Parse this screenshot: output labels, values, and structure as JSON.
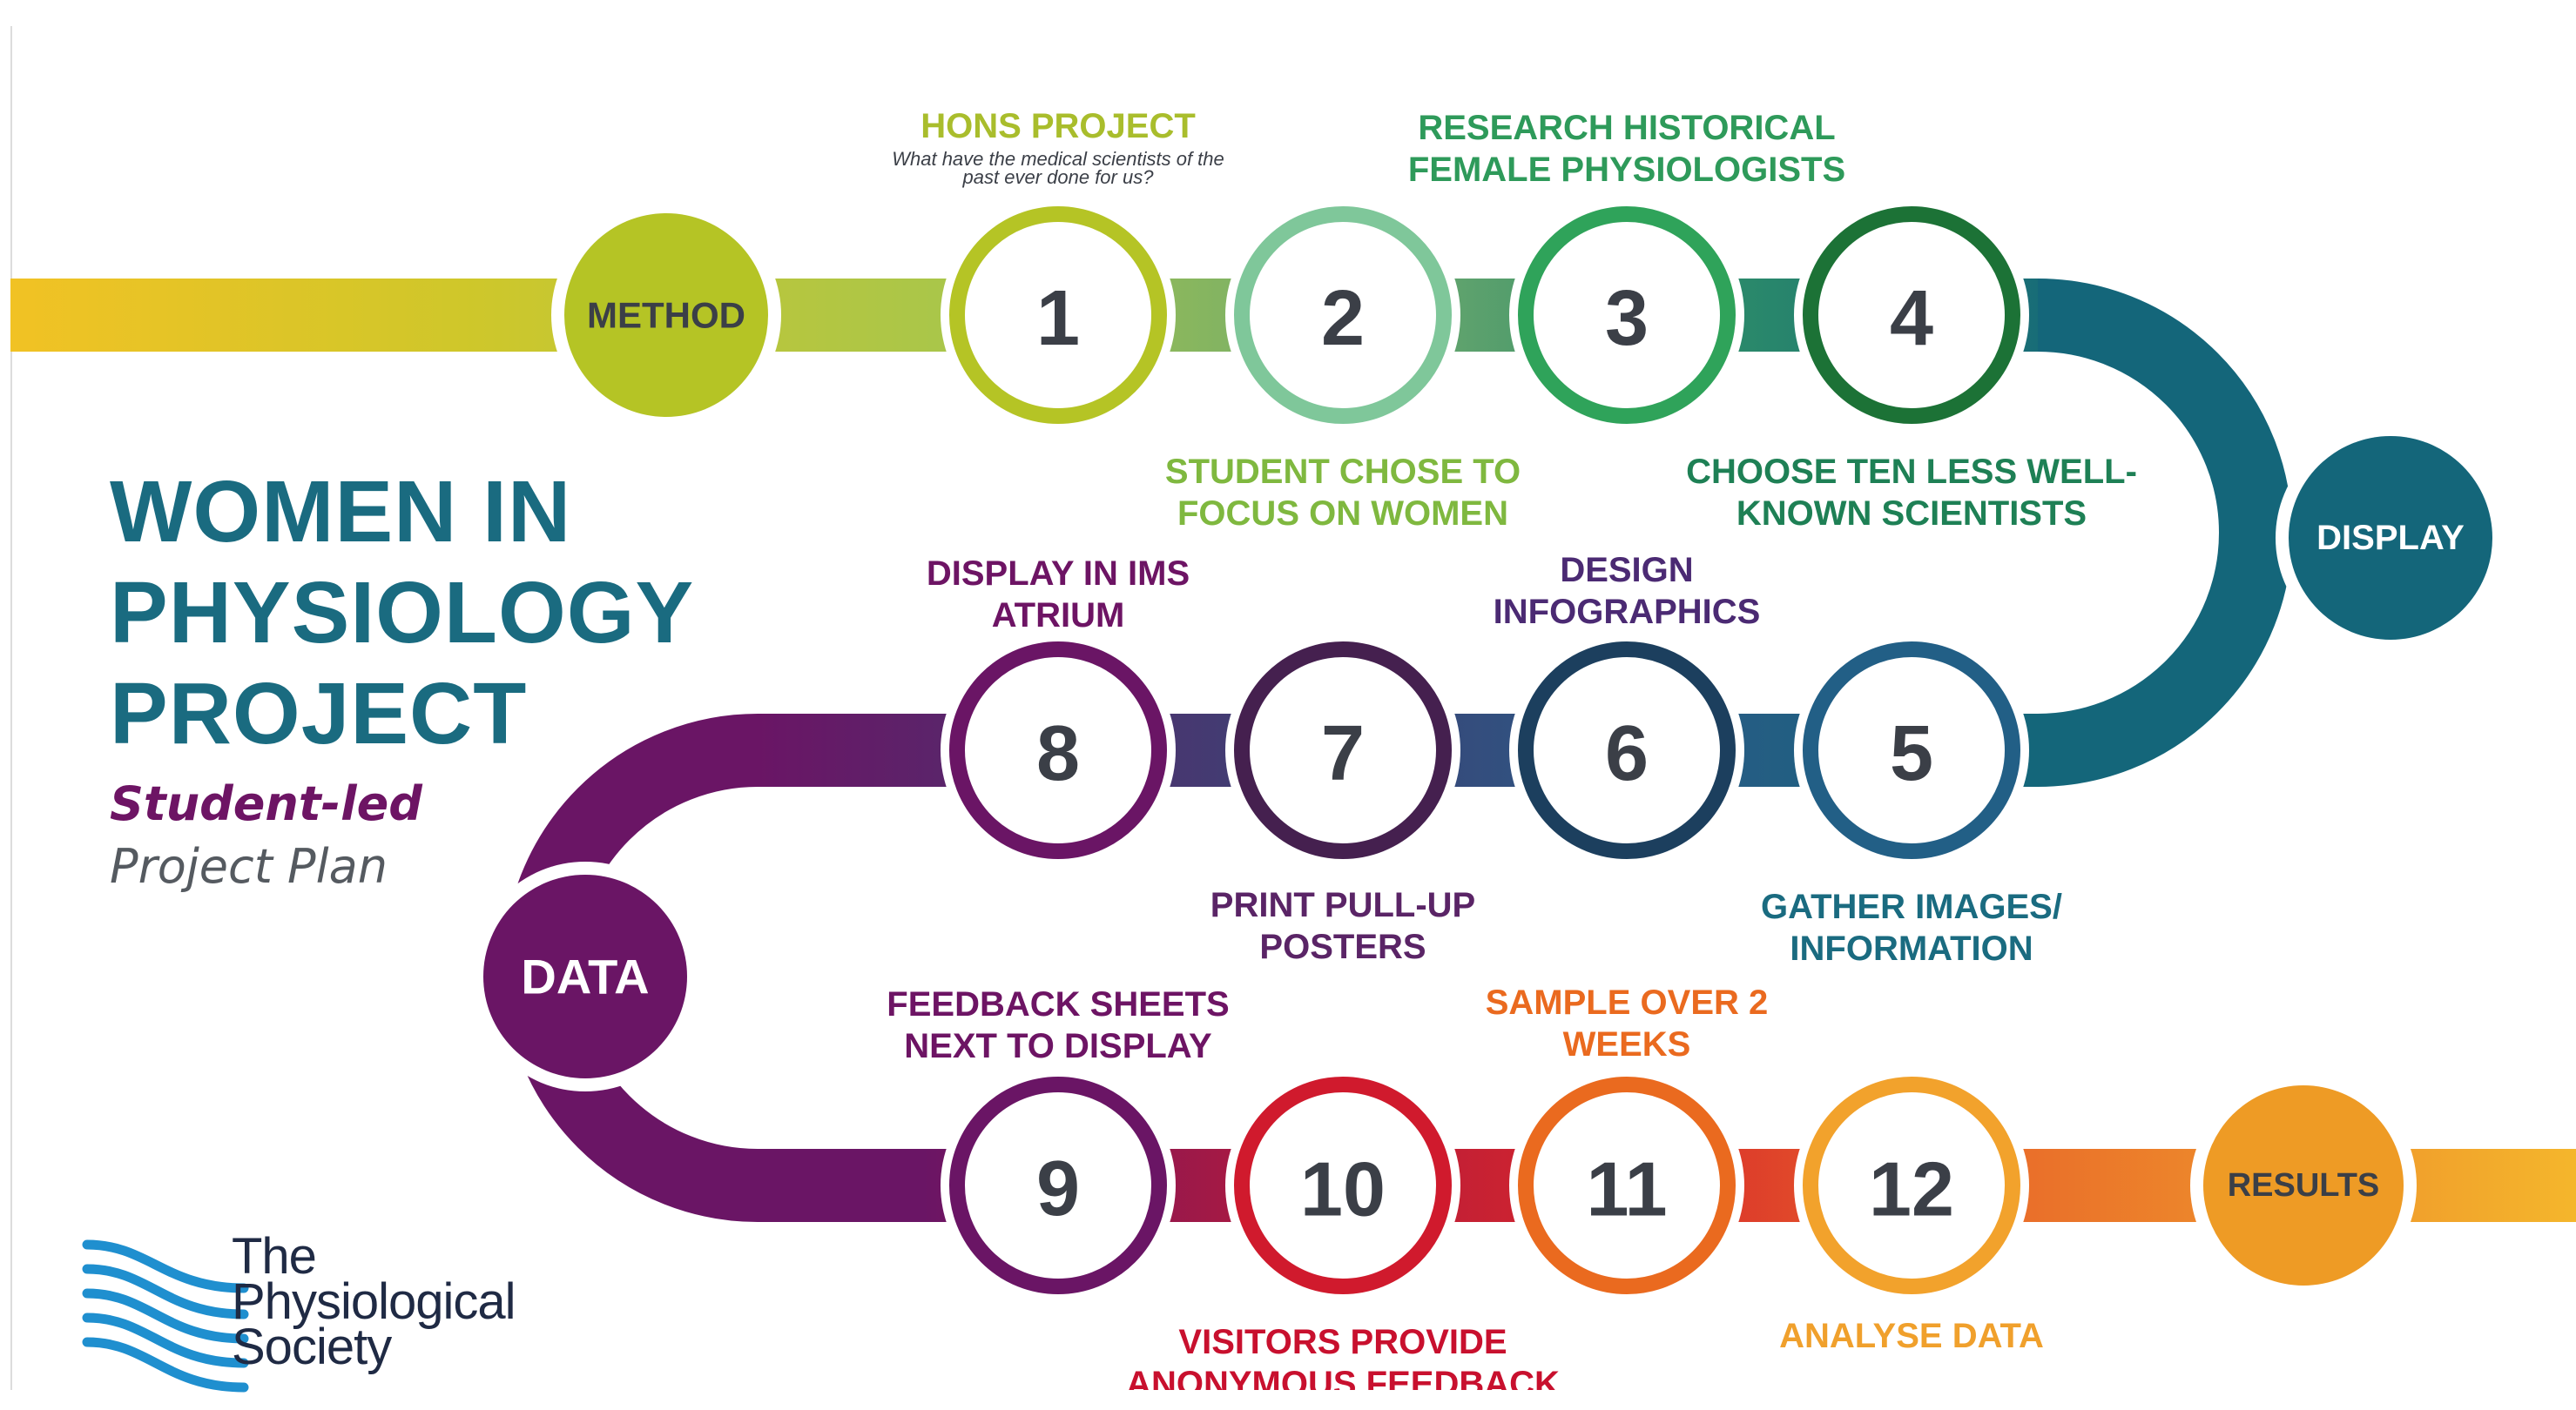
{
  "title": {
    "lines": [
      "WOMEN IN",
      "PHYSIOLOGY",
      "PROJECT"
    ],
    "subtitle_emphasis": "Student-led",
    "subtitle": "Project Plan"
  },
  "hubs": {
    "method": "METHOD",
    "display": "DISPLAY",
    "data": "DATA",
    "results": "RESULTS"
  },
  "steps": [
    {
      "number": "1",
      "color": "#b5c425",
      "label_color": "#a9bd2c",
      "label": [
        "HONS PROJECT"
      ],
      "note": [
        "What have the medical scientists of the",
        "past ever done for us?"
      ]
    },
    {
      "number": "2",
      "color": "#7fc79a",
      "label_color": "#7fb83f",
      "label": [
        "STUDENT CHOSE TO",
        "FOCUS ON WOMEN"
      ]
    },
    {
      "number": "3",
      "color": "#2fa35a",
      "label_color": "#2e9a5a",
      "label": [
        "RESEARCH HISTORICAL",
        "FEMALE PHYSIOLOGISTS"
      ]
    },
    {
      "number": "4",
      "color": "#1c7236",
      "label_color": "#1e8055",
      "label": [
        "CHOOSE TEN LESS WELL-",
        "KNOWN SCIENTISTS"
      ]
    },
    {
      "number": "5",
      "color": "#225f86",
      "label_color": "#1a6b80",
      "label": [
        "GATHER IMAGES/",
        "INFORMATION"
      ]
    },
    {
      "number": "6",
      "color": "#1c3f5e",
      "label_color": "#4b2a73",
      "label": [
        "DESIGN",
        "INFOGRAPHICS"
      ]
    },
    {
      "number": "7",
      "color": "#45204f",
      "label_color": "#5a2466",
      "label": [
        "PRINT PULL-UP",
        "POSTERS"
      ]
    },
    {
      "number": "8",
      "color": "#6a1565",
      "label_color": "#6d1464",
      "label": [
        "DISPLAY IN IMS",
        "ATRIUM"
      ]
    },
    {
      "number": "9",
      "color": "#6a1565",
      "label_color": "#6d1464",
      "label": [
        "FEEDBACK SHEETS",
        "NEXT TO DISPLAY"
      ]
    },
    {
      "number": "10",
      "color": "#d01a2d",
      "label_color": "#c8102e",
      "label": [
        "VISITORS PROVIDE",
        "ANONYMOUS FEEDBACK"
      ]
    },
    {
      "number": "11",
      "color": "#ea6a1f",
      "label_color": "#ea6a1f",
      "label": [
        "SAMPLE OVER 2",
        "WEEKS"
      ]
    },
    {
      "number": "12",
      "color": "#f2a22c",
      "label_color": "#f0a02c",
      "label": [
        "ANALYSE DATA"
      ]
    }
  ],
  "colors": {
    "method": "#b5c425",
    "display": "#14667a",
    "data": "#6a1565",
    "results": "#ee9b25",
    "title": "#1a6b80",
    "number_text": "#3b3f47"
  },
  "logo": {
    "text_lines": [
      "The",
      "Physiological",
      "Society"
    ]
  }
}
